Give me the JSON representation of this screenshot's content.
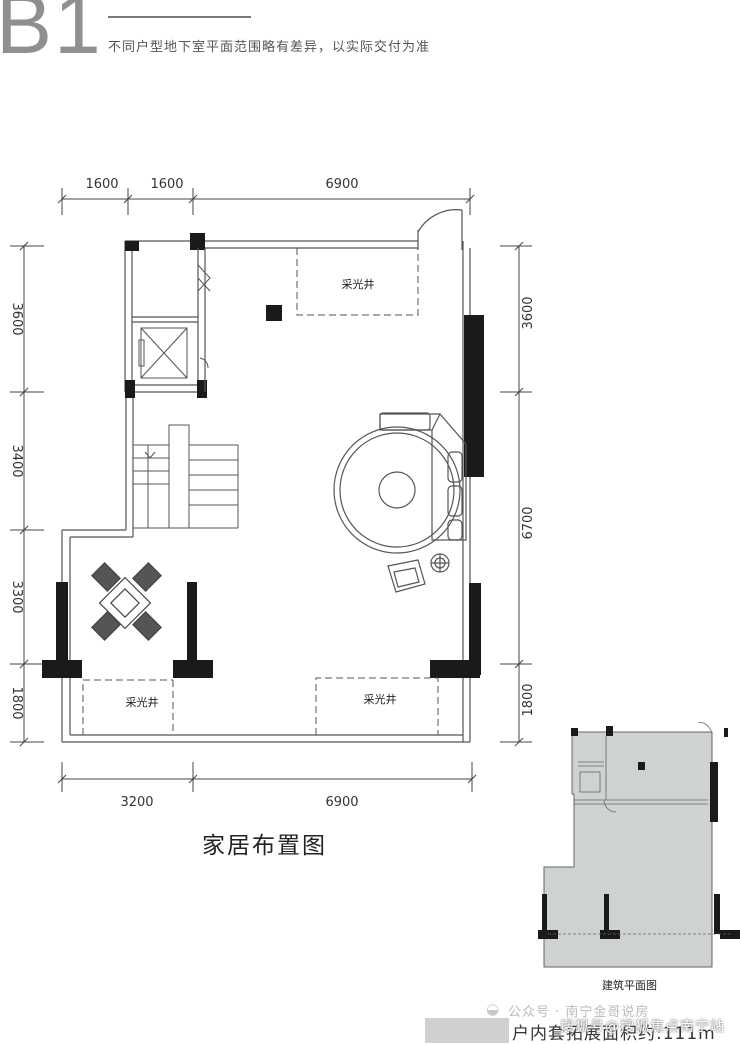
{
  "header": {
    "level": "B1",
    "note": "不同户型地下室平面范围略有差异，以实际交付为准"
  },
  "plan": {
    "caption": "家居布置图",
    "light_well_label": "采光井",
    "dims_top": [
      "1600",
      "1600",
      "6900"
    ],
    "dims_bottom": [
      "3200",
      "6900"
    ],
    "dims_left": [
      "3600",
      "3400",
      "3300",
      "1800"
    ],
    "dims_right": [
      "3600",
      "6700",
      "1800"
    ]
  },
  "mini_plan": {
    "caption": "建筑平面图"
  },
  "footer": {
    "wechat": "公众号 · 南宁金哥说房",
    "area_text": "户内套拓展面积约:111m",
    "sohu": "搜狐号@搜狐焦点南宁站"
  },
  "colors": {
    "wall": "#1a1a1a",
    "line": "#555555",
    "title_gray": "#8f8f8f",
    "mini_fill": "#cfd2d2"
  }
}
